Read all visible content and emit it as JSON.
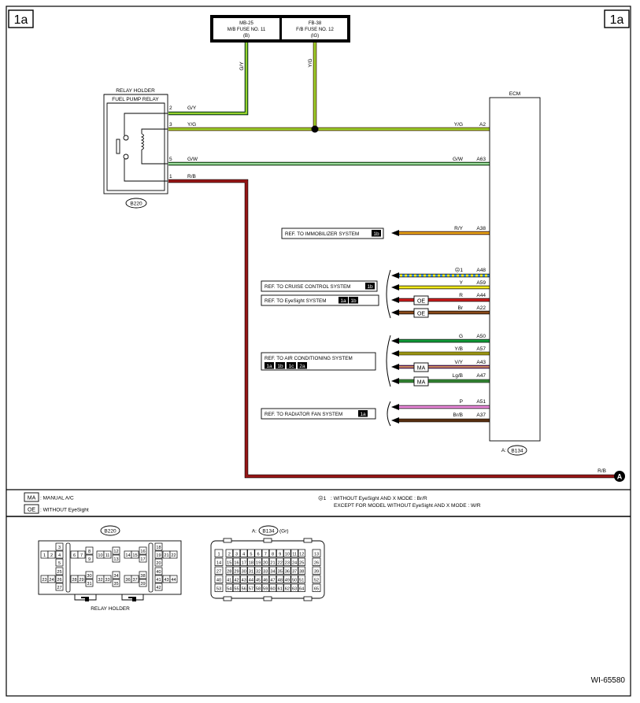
{
  "page": {
    "tag_left": "1a",
    "tag_right": "1a",
    "figure_id": "WI-65580"
  },
  "fuses": [
    {
      "l1": "MB-25",
      "l2": "M/B FUSE NO. 11",
      "l3": "(B)",
      "wire": "G/Y"
    },
    {
      "l1": "FB-38",
      "l2": "F/B FUSE NO. 12",
      "l3": "(IG)",
      "wire": "Y/G"
    }
  ],
  "relay": {
    "holder": "RELAY HOLDER",
    "name": "FUEL PUMP RELAY",
    "connector": "B220",
    "pins": [
      {
        "pin": "2",
        "color": "G/Y"
      },
      {
        "pin": "3",
        "color": "Y/G"
      },
      {
        "pin": "5",
        "color": "G/W"
      },
      {
        "pin": "1",
        "color": "R/B"
      }
    ]
  },
  "ecm": {
    "title": "ECM",
    "connector_prefix": "A:",
    "connector": "B134",
    "terminals": [
      {
        "color": "Y/G",
        "pin": "A2"
      },
      {
        "color": "G/W",
        "pin": "A63"
      },
      {
        "color": "R/Y",
        "pin": "A38"
      },
      {
        "color": "☹1",
        "pin": "A48"
      },
      {
        "color": "Y",
        "pin": "A59"
      },
      {
        "color": "R",
        "pin": "A44"
      },
      {
        "color": "Br",
        "pin": "A22"
      },
      {
        "color": "G",
        "pin": "A50"
      },
      {
        "color": "Y/B",
        "pin": "A57"
      },
      {
        "color": "V/Y",
        "pin": "A43"
      },
      {
        "color": "Lg/B",
        "pin": "A47"
      },
      {
        "color": "P",
        "pin": "A51"
      },
      {
        "color": "Br/B",
        "pin": "A37"
      }
    ]
  },
  "refs": [
    {
      "text": "REF. TO IMMOBILIZER SYSTEM",
      "badges": [
        "1b"
      ]
    },
    {
      "text": "REF. TO CRUISE CONTROL SYSTEM",
      "badges": [
        "1b"
      ]
    },
    {
      "text": "REF. TO EyeSight SYSTEM",
      "badges": [
        "1a",
        "1b"
      ]
    },
    {
      "text": "REF. TO AIR CONDITIONING SYSTEM",
      "badges": [
        "1a",
        "1b",
        "1c",
        "2a"
      ]
    },
    {
      "text": "REF. TO RADIATOR FAN SYSTEM",
      "badges": [
        "1a"
      ]
    }
  ],
  "inline_tags": [
    "OE",
    "OE",
    "MA",
    "MA"
  ],
  "ground": {
    "label": "A",
    "wire": "R/B"
  },
  "legend": {
    "ma_abbr": "MA",
    "ma_text": ": MANUAL A/C",
    "oe_abbr": "OE",
    "oe_text": ": WITHOUT EyeSight",
    "note_mark": "☹1",
    "note_line1": ": WITHOUT EyeSight AND X MODE  : Br/R",
    "note_line2": "EXCEPT FOR MODEL WITHOUT EyeSight AND X MODE  : W/R"
  },
  "b220_view": {
    "title": "B220",
    "caption": "RELAY HOLDER",
    "pins": [
      "1",
      "2",
      "3",
      "4",
      "5",
      "6",
      "7",
      "8",
      "9",
      "10",
      "11",
      "12",
      "13",
      "14",
      "15",
      "16",
      "17",
      "18",
      "19",
      "20",
      "21",
      "22",
      "23",
      "24",
      "25",
      "26",
      "27",
      "28",
      "29",
      "30",
      "31",
      "32",
      "33",
      "34",
      "35",
      "36",
      "37",
      "38",
      "39",
      "40",
      "41",
      "42",
      "43",
      "44"
    ]
  },
  "b134_view": {
    "prefix": "A:",
    "title": "B134",
    "suffix": "(Gr)",
    "rows": [
      [
        "1",
        "2",
        "3",
        "4",
        "5",
        "6",
        "7",
        "8",
        "9",
        "10",
        "11",
        "12",
        "13"
      ],
      [
        "14",
        "15",
        "16",
        "17",
        "18",
        "19",
        "20",
        "21",
        "22",
        "23",
        "24",
        "25",
        "26"
      ],
      [
        "27",
        "28",
        "29",
        "30",
        "31",
        "32",
        "33",
        "34",
        "35",
        "36",
        "37",
        "38",
        "39"
      ],
      [
        "40",
        "41",
        "42",
        "43",
        "44",
        "45",
        "46",
        "47",
        "48",
        "49",
        "50",
        "51",
        "52"
      ],
      [
        "53",
        "54",
        "55",
        "56",
        "57",
        "58",
        "59",
        "60",
        "61",
        "62",
        "63",
        "64",
        "65"
      ]
    ]
  }
}
